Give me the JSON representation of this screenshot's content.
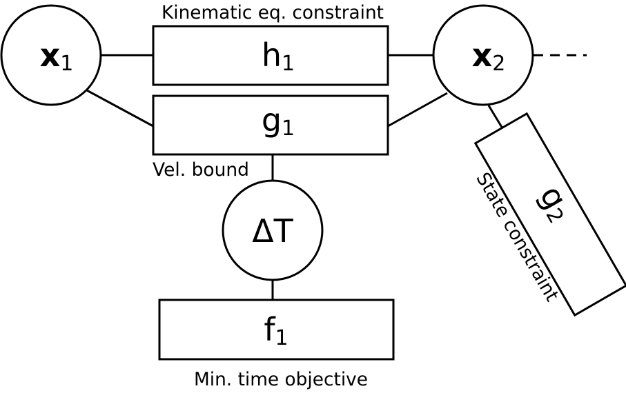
{
  "variables": {
    "x1": {
      "symbol": "x",
      "subscript": "1"
    },
    "x2": {
      "symbol": "x",
      "subscript": "2"
    },
    "dt": {
      "symbol": "ΔT"
    }
  },
  "factors": {
    "h1": {
      "symbol": "h",
      "subscript": "1",
      "caption": "Kinematic eq. constraint"
    },
    "g1": {
      "symbol": "g",
      "subscript": "1",
      "caption": "Vel. bound"
    },
    "g2": {
      "symbol": "g",
      "subscript": "2",
      "caption": "State constraint"
    },
    "f1": {
      "symbol": "f",
      "subscript": "1",
      "caption": "Min. time objective"
    }
  }
}
